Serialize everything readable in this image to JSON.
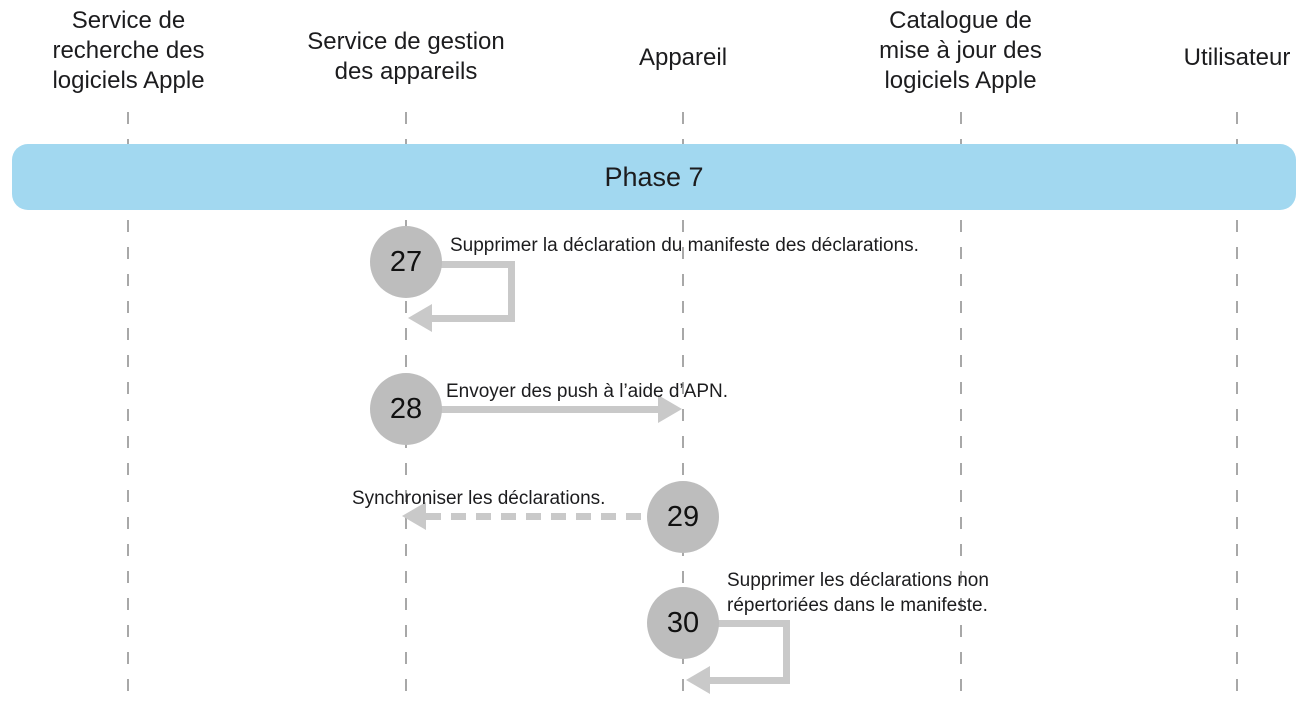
{
  "diagram": {
    "phase_label": "Phase 7",
    "lifelines": [
      {
        "label": "Service de recherche des logiciels Apple"
      },
      {
        "label": "Service de gestion des appareils"
      },
      {
        "label": "Appareil"
      },
      {
        "label": "Catalogue de mise à jour des logiciels Apple"
      },
      {
        "label": "Utilisateur"
      }
    ],
    "steps": [
      {
        "number": "27",
        "label": "Supprimer la déclaration du manifeste des déclarations.",
        "from": "Service de gestion des appareils",
        "to": "Service de gestion des appareils",
        "arrow": "self-loop-solid"
      },
      {
        "number": "28",
        "label": "Envoyer des push à l’aide d’APN.",
        "from": "Service de gestion des appareils",
        "to": "Appareil",
        "arrow": "solid-right"
      },
      {
        "number": "29",
        "label": "Synchroniser les déclarations.",
        "from": "Appareil",
        "to": "Service de gestion des appareils",
        "arrow": "dashed-left"
      },
      {
        "number": "30",
        "label": "Supprimer les déclarations non répertoriées dans le manifeste.",
        "from": "Appareil",
        "to": "Appareil",
        "arrow": "self-loop-solid"
      }
    ],
    "colors": {
      "phase_banner": "#a2d8f0",
      "step_circle": "#bdbdbd",
      "arrow": "#c9c9c9",
      "lifeline": "#a8a8a8",
      "text": "#1c1c1e"
    }
  }
}
